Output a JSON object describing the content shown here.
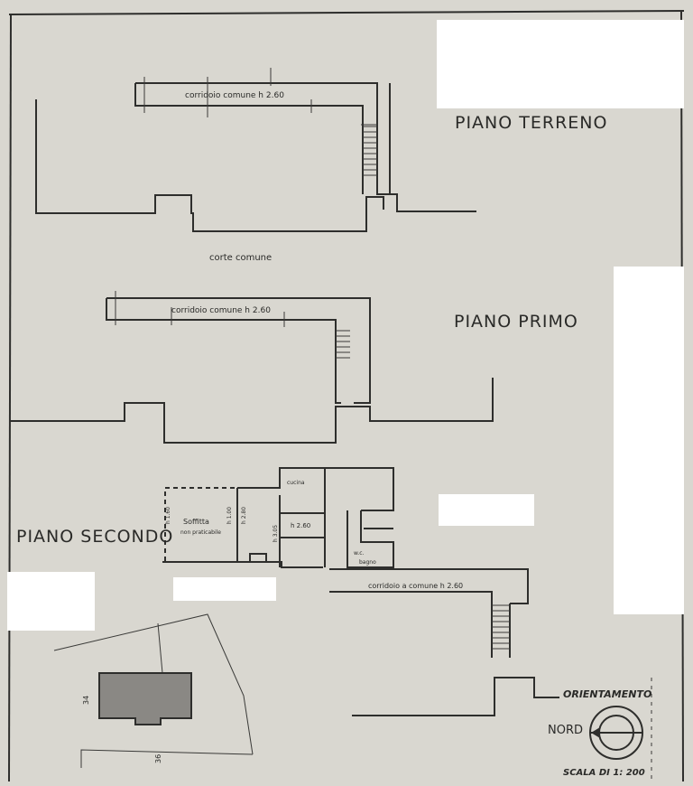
{
  "floors": {
    "ground": {
      "title": "PIANO TERRENO",
      "corridor_label": "corridoio comune h 2.60",
      "courtyard_label": "corte comune"
    },
    "first": {
      "title": "PIANO PRIMO",
      "corridor_label": "corridoio comune h 2.60"
    },
    "second": {
      "title": "PIANO SECONDO",
      "attic_label": "Soffitta",
      "attic_sublabel": "non praticabile",
      "heights": [
        "h 1.60",
        "h 1.00",
        "h 2.80",
        "h 3.05",
        "h 2.60"
      ],
      "kitchen_label": "cucina",
      "wc_label": "w.c.",
      "bath_label": "bagno",
      "corridor_label": "corridoio a comune h 2.60"
    }
  },
  "site_plan": {
    "dimensions": [
      "34",
      "36"
    ]
  },
  "orientation": {
    "heading": "ORIENTAMENTO",
    "north_label": "NORD"
  },
  "scale": "SCALA DI 1: 200"
}
